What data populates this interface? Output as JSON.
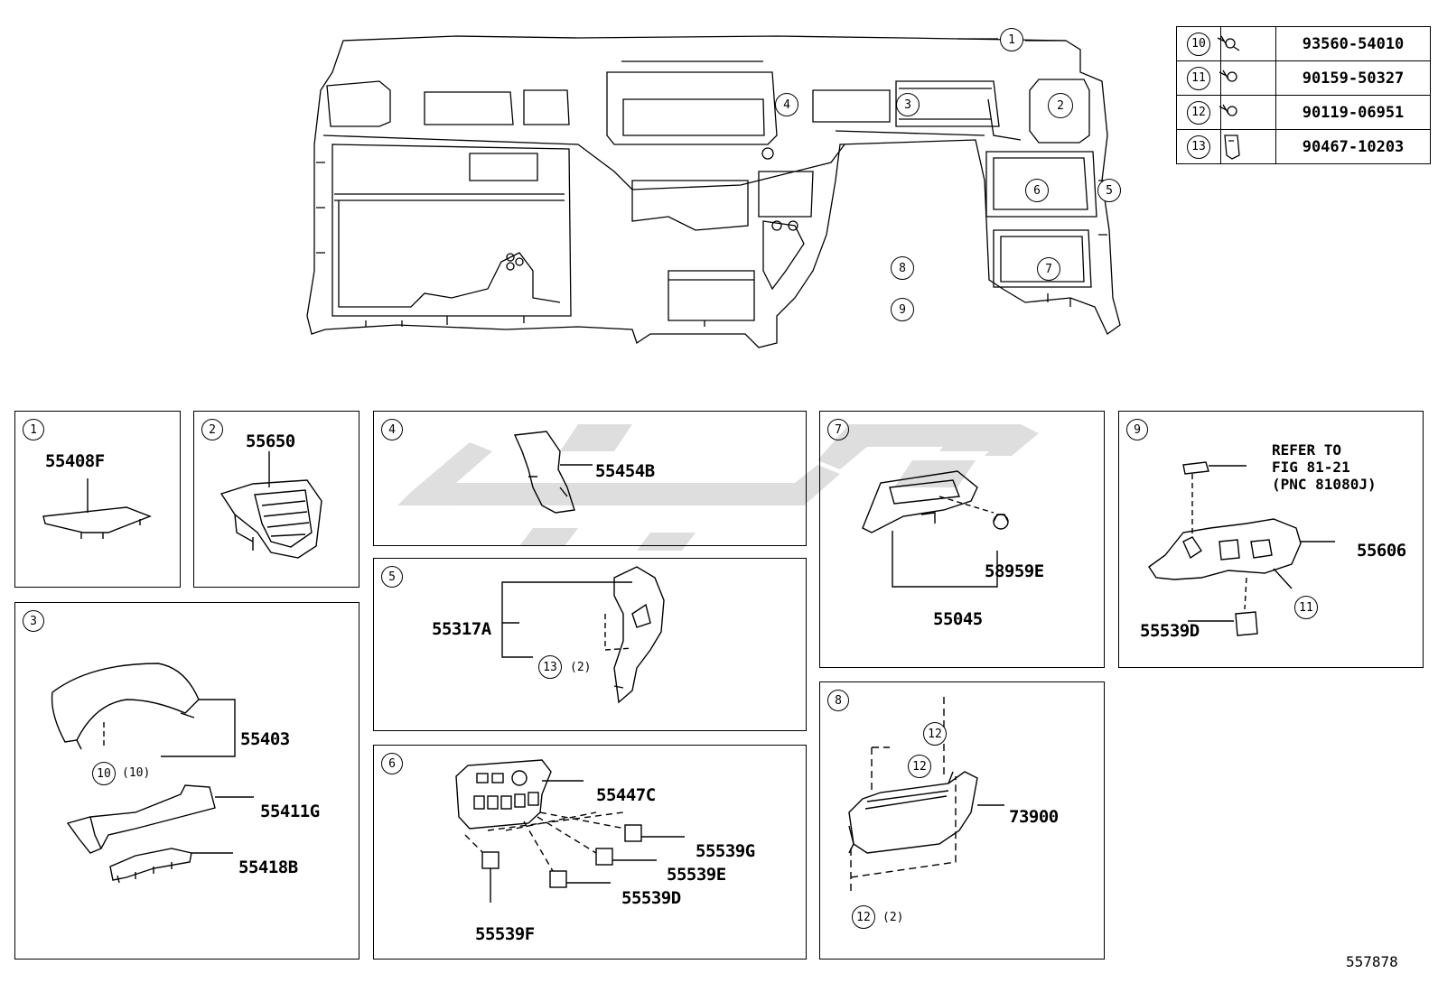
{
  "fastener_table": [
    {
      "ref": "10",
      "icon": "bolt-icon",
      "part": "93560-54010"
    },
    {
      "ref": "11",
      "icon": "screw-icon",
      "part": "90159-50327"
    },
    {
      "ref": "12",
      "icon": "screw-icon",
      "part": "90119-06951"
    },
    {
      "ref": "13",
      "icon": "clip-icon",
      "part": "90467-10203"
    }
  ],
  "overview_callouts": [
    "1",
    "2",
    "3",
    "4",
    "5",
    "6",
    "7",
    "8",
    "9"
  ],
  "panels": {
    "p1": {
      "num": "1",
      "parts": [
        "55408F"
      ]
    },
    "p2": {
      "num": "2",
      "parts": [
        "55650"
      ]
    },
    "p3": {
      "num": "3",
      "parts": [
        "55403",
        "55411G",
        "55418B"
      ],
      "fastener": "10",
      "qty": "(10)"
    },
    "p4": {
      "num": "4",
      "parts": [
        "55454B"
      ]
    },
    "p5": {
      "num": "5",
      "parts": [
        "55317A"
      ],
      "fastener": "13",
      "qty": "(2)"
    },
    "p6": {
      "num": "6",
      "parts": [
        "55447C",
        "55539G",
        "55539E",
        "55539D",
        "55539F"
      ]
    },
    "p7": {
      "num": "7",
      "parts": [
        "58959E",
        "55045"
      ]
    },
    "p8": {
      "num": "8",
      "parts": [
        "73900"
      ],
      "fastener": "12",
      "qty": "(2)"
    },
    "p9": {
      "num": "9",
      "parts": [
        "55606",
        "55539D"
      ],
      "fastener": "11",
      "ref_note": "REFER TO\nFIG 81-21\n(PNC 81080J)"
    }
  },
  "diagram_id": "557878",
  "watermark_color": "#d9d9d9"
}
